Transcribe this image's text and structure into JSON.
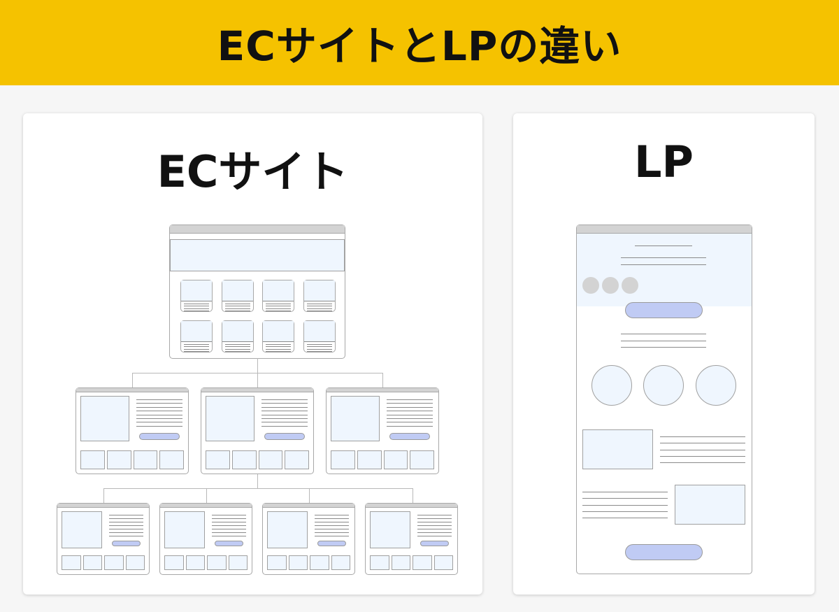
{
  "header": {
    "title": "ECサイトとLPの違い"
  },
  "ec_panel": {
    "title": "ECサイト"
  },
  "lp_panel": {
    "title": "LP"
  },
  "colors": {
    "header_bg": "#f5c200",
    "wire_fill": "#eff6fe",
    "button_fill": "#c0cbf4",
    "bar_fill": "#d3d3d3"
  }
}
